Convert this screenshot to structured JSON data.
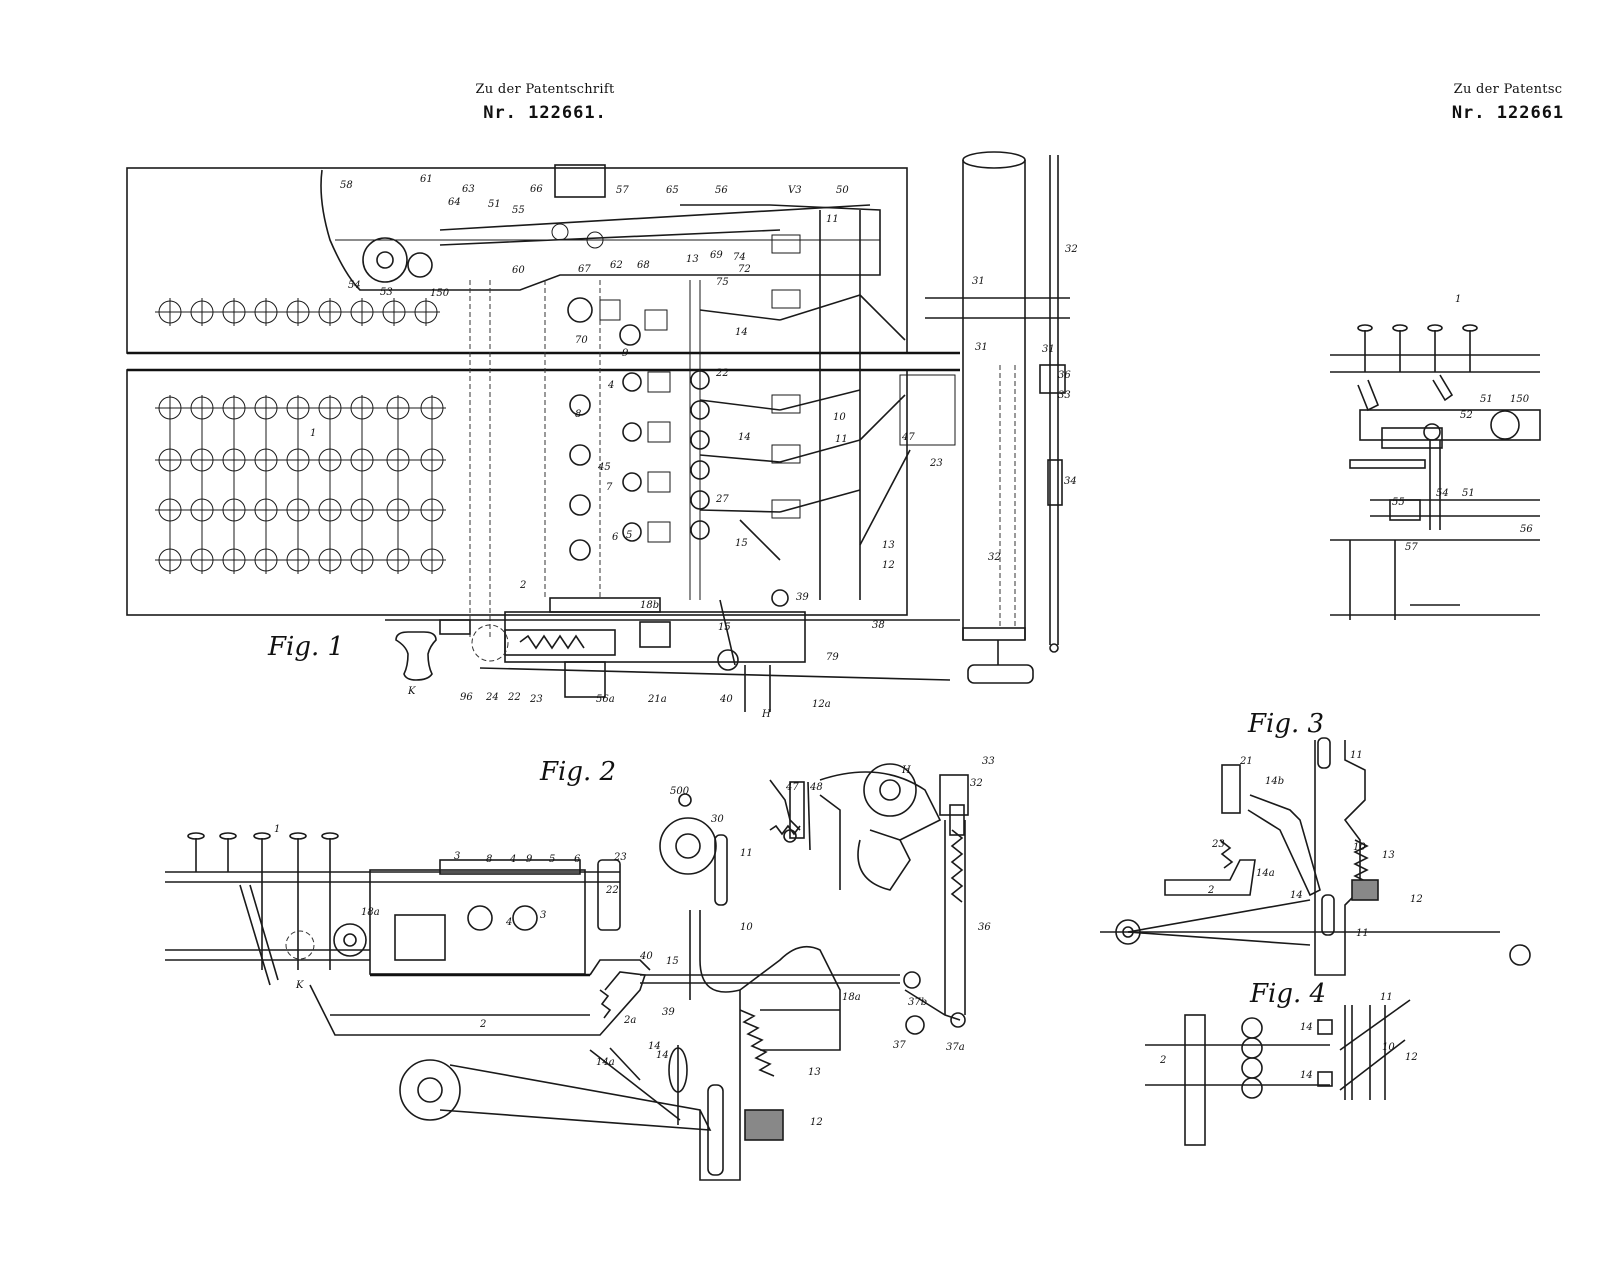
{
  "header_left": {
    "line1": "Zu der Patentschrift",
    "line2": "Nr. 122661."
  },
  "header_right": {
    "line1": "Zu der Patentsc",
    "line2": "Nr. 122661"
  },
  "figures": {
    "fig1": "Fig. 1",
    "fig2": "Fig. 2",
    "fig3": "Fig. 3",
    "fig4": "Fig. 4"
  },
  "fig1_labels": [
    "58",
    "61",
    "63",
    "64",
    "51",
    "55",
    "66",
    "57",
    "65",
    "56",
    "V3",
    "50",
    "11",
    "32",
    "31",
    "54",
    "53",
    "150",
    "60",
    "67",
    "62",
    "68",
    "13",
    "69",
    "74",
    "72",
    "75",
    "70",
    "9",
    "14",
    "31",
    "31",
    "36",
    "33",
    "4",
    "22",
    "10",
    "8",
    "14",
    "11",
    "45",
    "7",
    "34",
    "5",
    "47",
    "23",
    "27",
    "6",
    "15",
    "13",
    "12",
    "32",
    "1",
    "2",
    "39",
    "38",
    "18b",
    "15",
    "79",
    "K",
    "96",
    "24",
    "22",
    "23",
    "56a",
    "21a",
    "40",
    "H",
    "12a"
  ],
  "fig2_labels": [
    "1",
    "8",
    "4",
    "9",
    "5",
    "6",
    "3",
    "23",
    "22",
    "18a",
    "3",
    "4",
    "K",
    "2",
    "2a",
    "40",
    "15",
    "39",
    "14",
    "14a",
    "14",
    "500",
    "30",
    "11",
    "10",
    "47",
    "48",
    "H",
    "33",
    "32",
    "36",
    "13",
    "12",
    "18a",
    "37b",
    "37",
    "37a"
  ],
  "fig3_labels": [
    "21",
    "11",
    "14b",
    "10",
    "23",
    "14a",
    "13",
    "2",
    "14",
    "12",
    "11"
  ],
  "fig4_labels": [
    "11",
    "14",
    "2",
    "10",
    "12",
    "14"
  ],
  "right_fragment_labels": [
    "1",
    "150",
    "52",
    "51",
    "55",
    "54",
    "51",
    "57",
    "56"
  ]
}
